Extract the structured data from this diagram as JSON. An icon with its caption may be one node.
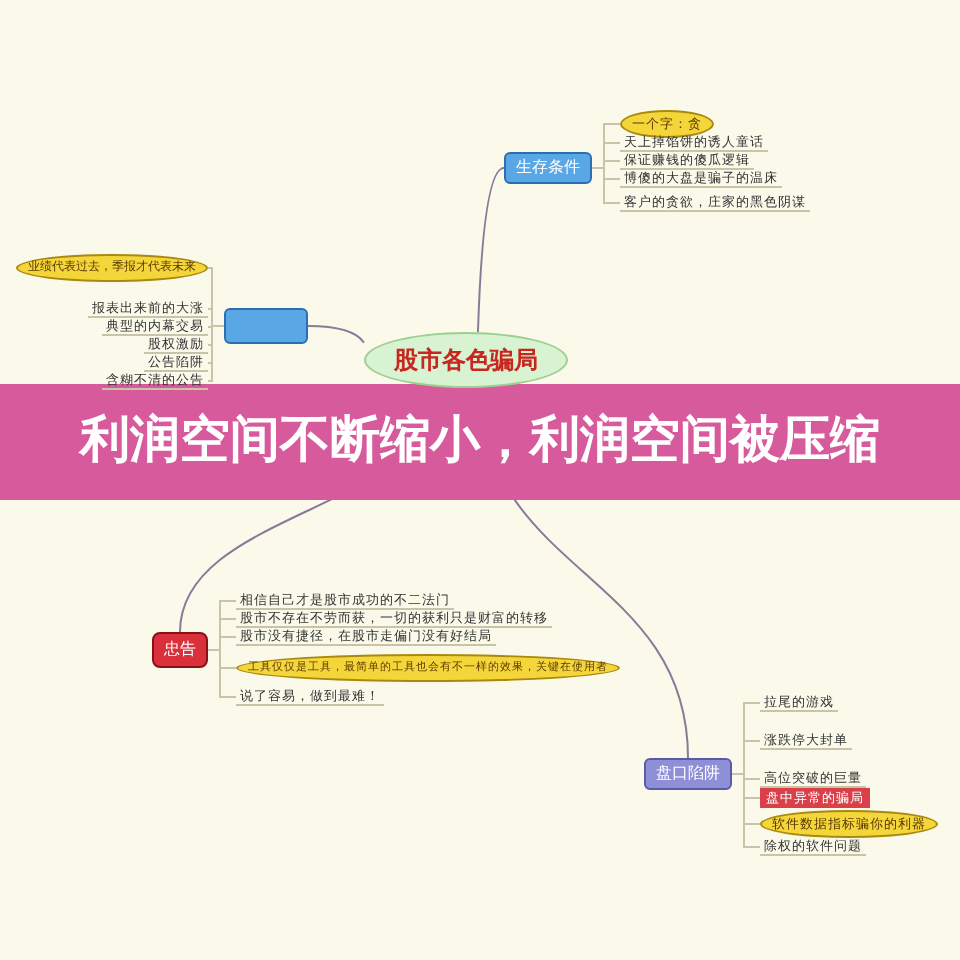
{
  "diagram": {
    "title": "利润空间不断缩小，利润空间被压缩",
    "nodes": [
      {
        "text": [
          "股市各色骗局"
        ]
      },
      {
        "text": [
          "生存条件"
        ]
      },
      {
        "text": [
          "一个字：贪"
        ]
      },
      {
        "text": [
          "天上掉馅饼的诱人童话"
        ]
      },
      {
        "text": [
          "保证赚钱的傻瓜逻辑"
        ]
      },
      {
        "text": [
          "博傻的大盘是骗子的温床"
        ]
      },
      {
        "text": [
          "客户的贪欲，庄家的黑色阴谋"
        ]
      },
      {
        "text": [],
        "shape": "box"
      },
      {
        "text": [
          "业绩代表过去，季报才代表未来"
        ]
      },
      {
        "text": [
          "报表出来前的大涨"
        ]
      },
      {
        "text": [
          "典型的内幕交易"
        ]
      },
      {
        "text": [
          "股权激励"
        ]
      },
      {
        "text": [
          "公告陷阱"
        ]
      },
      {
        "text": [
          "含糊不清的公告"
        ]
      },
      {
        "text": [
          "忠告"
        ]
      },
      {
        "text": [
          "相信自己才是股市成功的不二法门"
        ]
      },
      {
        "text": [
          "股市不存在不劳而获，一切的获利只是财富的转移"
        ]
      },
      {
        "text": [
          "股市没有捷径，在股市走偏门没有好结局"
        ]
      },
      {
        "text": [
          "工具仅仅是工具，最简单的工具也会有不一样的效果，关键在使用者"
        ]
      },
      {
        "text": [
          "说了容易，做到最难！"
        ]
      },
      {
        "text": [
          "盘口陷阱"
        ]
      },
      {
        "text": [
          "拉尾的游戏"
        ]
      },
      {
        "text": [
          "涨跌停大封单"
        ]
      },
      {
        "text": [
          "高位突破的巨量"
        ]
      },
      {
        "text": [
          "盘中异常的骗局"
        ]
      },
      {
        "text": [
          "软件数据指标骗你的利器"
        ]
      },
      {
        "text": [
          "除权的软件问题"
        ]
      }
    ],
    "edges": [
      {
        "from": 0,
        "to": 1,
        "arrow": "none"
      },
      {
        "from": 0,
        "to": 7,
        "arrow": "none"
      },
      {
        "from": 0,
        "to": 14,
        "arrow": "none"
      },
      {
        "from": 0,
        "to": 20,
        "arrow": "none"
      },
      {
        "from": 1,
        "to": 2,
        "arrow": "none"
      },
      {
        "from": 1,
        "to": 3,
        "arrow": "none"
      },
      {
        "from": 1,
        "to": 4,
        "arrow": "none"
      },
      {
        "from": 1,
        "to": 5,
        "arrow": "none"
      },
      {
        "from": 1,
        "to": 6,
        "arrow": "none"
      },
      {
        "from": 7,
        "to": 8,
        "arrow": "none"
      },
      {
        "from": 7,
        "to": 9,
        "arrow": "none"
      },
      {
        "from": 7,
        "to": 10,
        "arrow": "none"
      },
      {
        "from": 7,
        "to": 11,
        "arrow": "none"
      },
      {
        "from": 7,
        "to": 12,
        "arrow": "none"
      },
      {
        "from": 7,
        "to": 13,
        "arrow": "none"
      },
      {
        "from": 14,
        "to": 15,
        "arrow": "none"
      },
      {
        "from": 14,
        "to": 16,
        "arrow": "none"
      },
      {
        "from": 14,
        "to": 17,
        "arrow": "none"
      },
      {
        "from": 14,
        "to": 18,
        "arrow": "none"
      },
      {
        "from": 14,
        "to": 19,
        "arrow": "none"
      },
      {
        "from": 20,
        "to": 21,
        "arrow": "none"
      },
      {
        "from": 20,
        "to": 22,
        "arrow": "none"
      },
      {
        "from": 20,
        "to": 23,
        "arrow": "none"
      },
      {
        "from": 20,
        "to": 24,
        "arrow": "none"
      },
      {
        "from": 20,
        "to": 25,
        "arrow": "none"
      },
      {
        "from": 20,
        "to": 26,
        "arrow": "none"
      }
    ]
  }
}
